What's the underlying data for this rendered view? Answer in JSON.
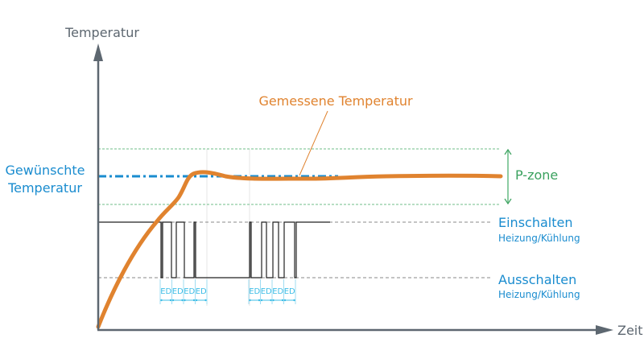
{
  "colors": {
    "axis": "#5d6770",
    "axis_text": "#5d6770",
    "measured": "#e0832f",
    "setpoint": "#1a8ccf",
    "pzone": "#3aa15e",
    "switch_text": "#1a8ccf",
    "signal": "#222222",
    "ed": "#3cbde6",
    "grid": "#999999"
  },
  "axes": {
    "y_label": "Temperatur",
    "x_label": "Zeit"
  },
  "labels": {
    "setpoint_line1": "Gewünschte",
    "setpoint_line2": "Temperatur",
    "measured": "Gemessene Temperatur",
    "pzone": "P-zone",
    "on_main": "Einschalten",
    "on_sub": "Heizung/Kühlung",
    "off_main": "Ausschalten",
    "off_sub": "Heizung/Kühlung"
  },
  "ed_label": "ED",
  "ed_groups": [
    {
      "segments": [
        "ED",
        "ED",
        "ED",
        "ED"
      ]
    },
    {
      "segments": [
        "ED",
        "ED",
        "ED",
        "ED"
      ]
    }
  ]
}
